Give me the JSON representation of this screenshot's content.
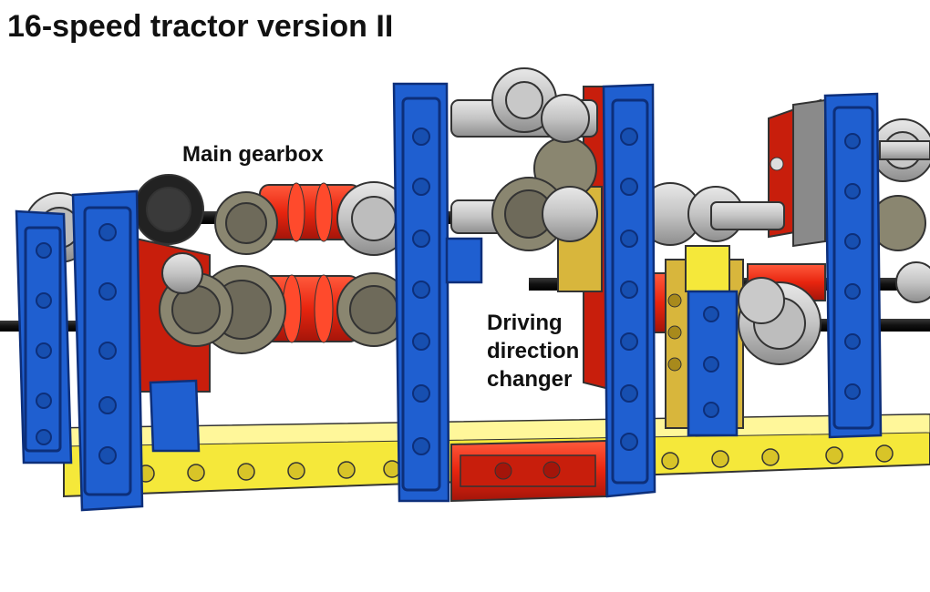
{
  "title": "16-speed tractor version II",
  "labels": {
    "main_gearbox": "Main gearbox",
    "direction_changer": [
      "Driving",
      "direction",
      "changer"
    ]
  },
  "colors": {
    "blue": "#1f5fd0",
    "blue_dark": "#0d2f7a",
    "yellow": "#f5e83a",
    "red": "#e8250f",
    "black": "#1a1a1a",
    "dark_gray": "#6e6a5a",
    "light_gray": "#c9c9c9",
    "tan": "#d8b63c"
  }
}
